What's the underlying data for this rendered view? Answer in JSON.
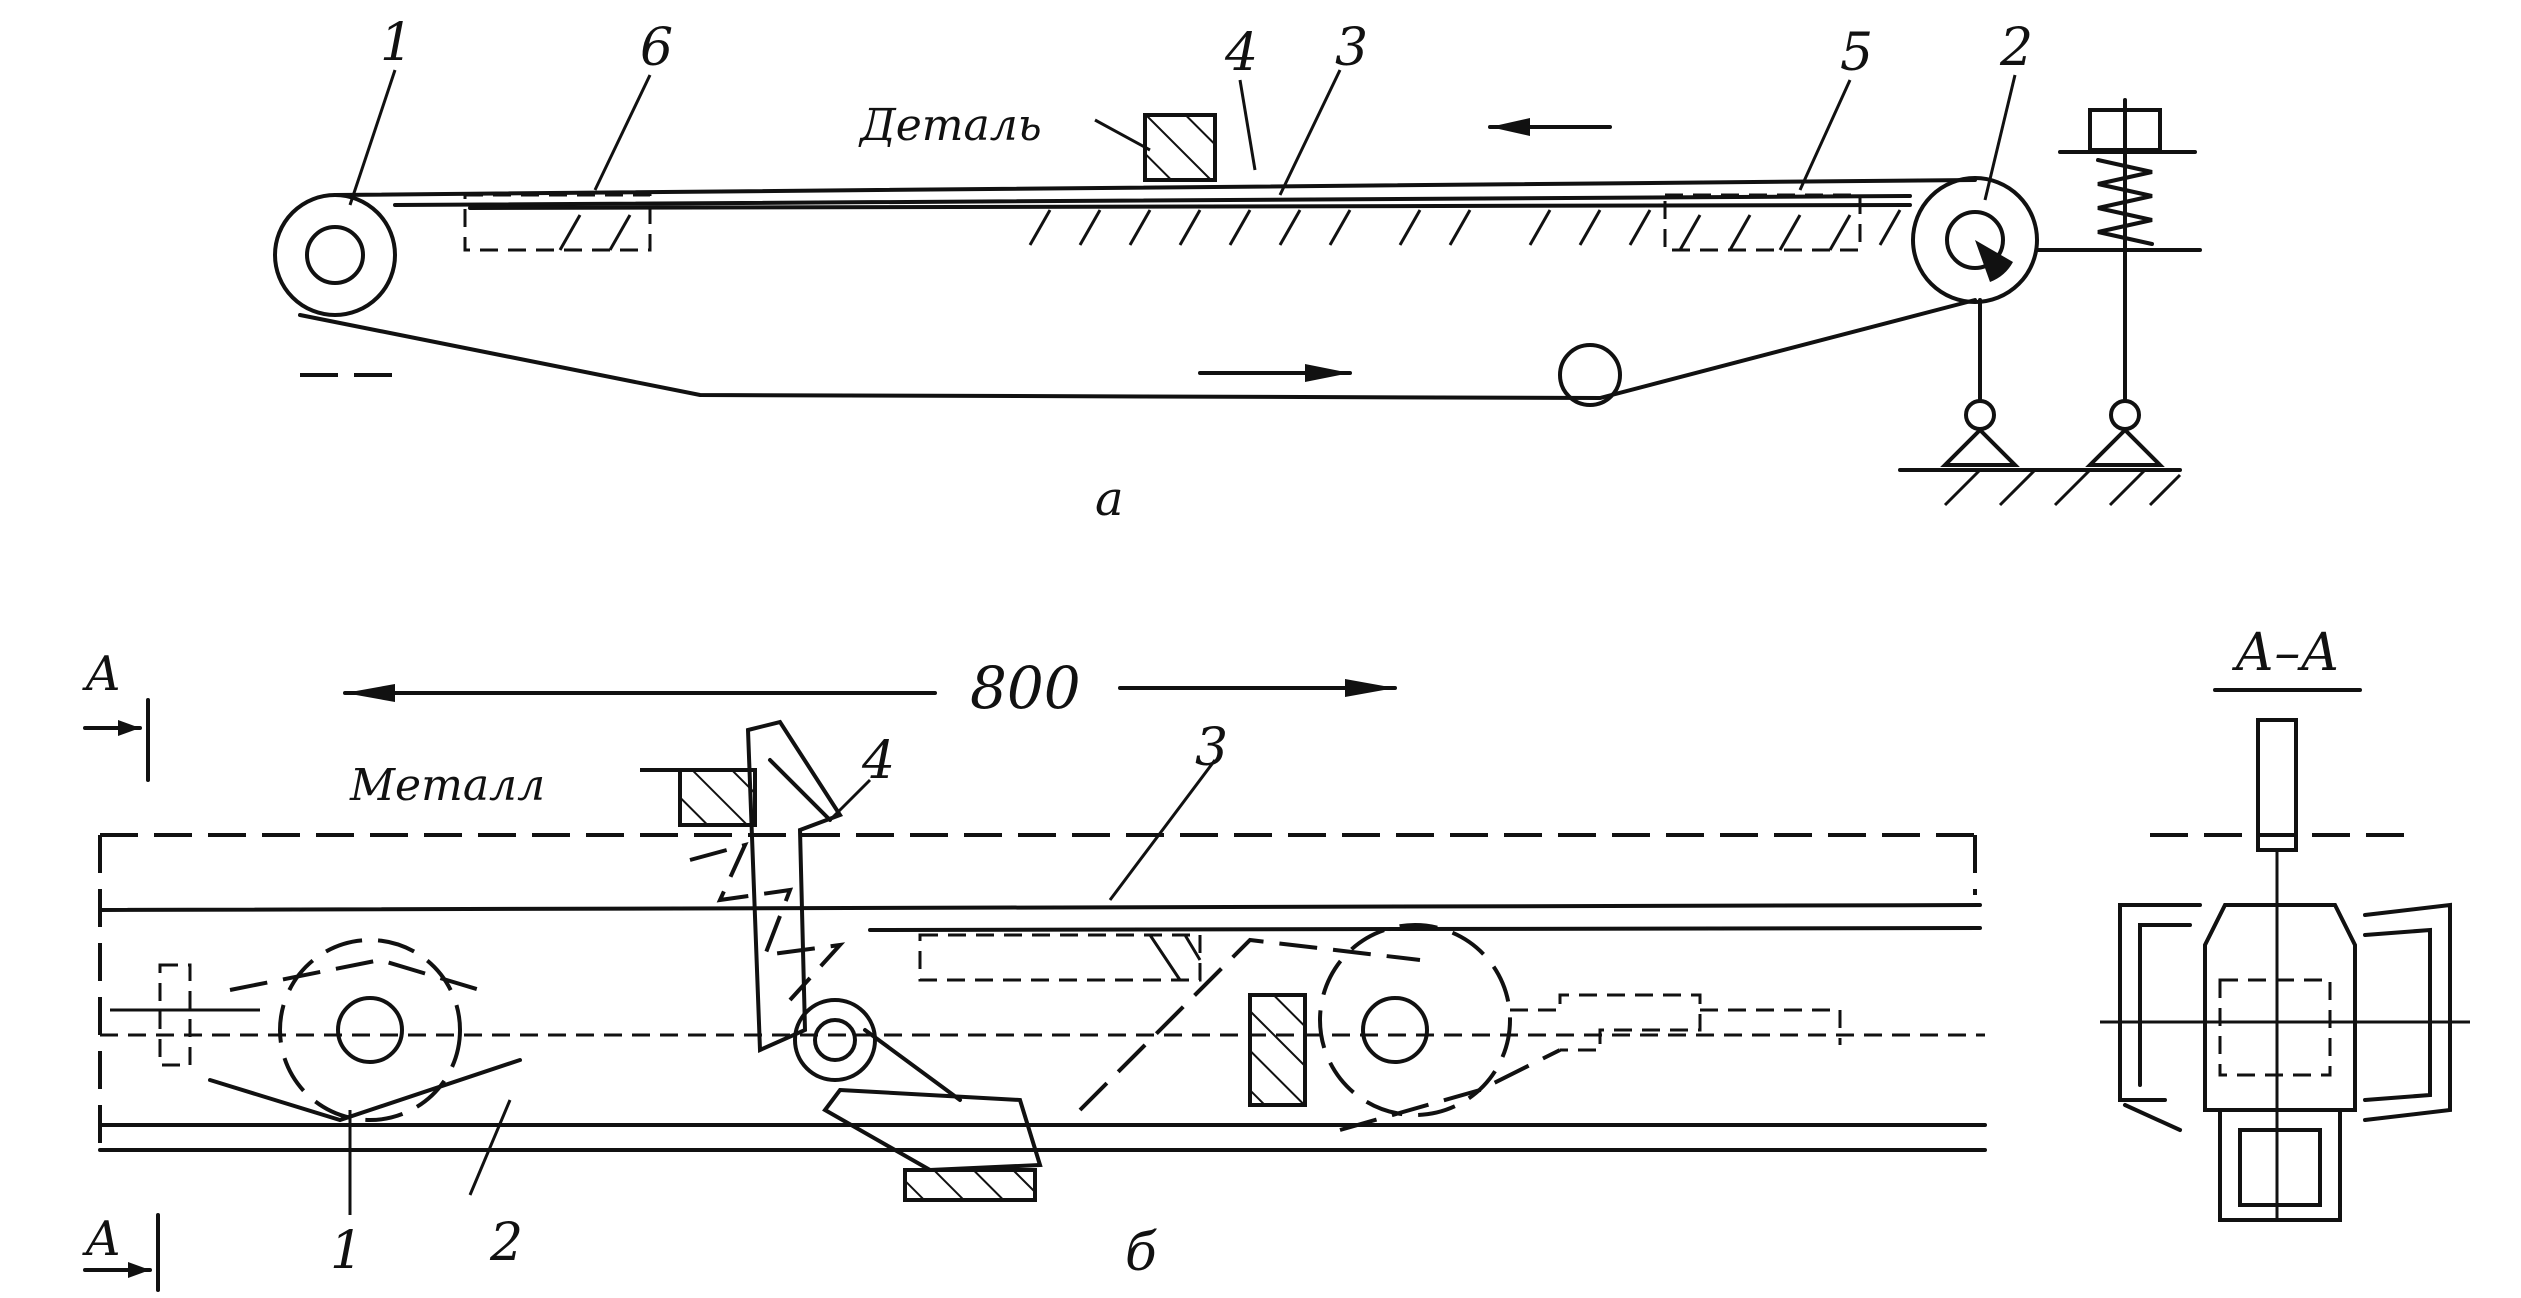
{
  "figure_a": {
    "callouts": [
      "1",
      "6",
      "4",
      "3",
      "5",
      "2"
    ],
    "part_label": "Деталь",
    "caption": "а"
  },
  "figure_b": {
    "dimension": "800",
    "callouts": [
      "4",
      "3",
      "1",
      "2"
    ],
    "part_label": "Металл",
    "caption": "б",
    "section_marks": [
      "А",
      "А"
    ]
  },
  "section_view": {
    "title": "А–А"
  }
}
